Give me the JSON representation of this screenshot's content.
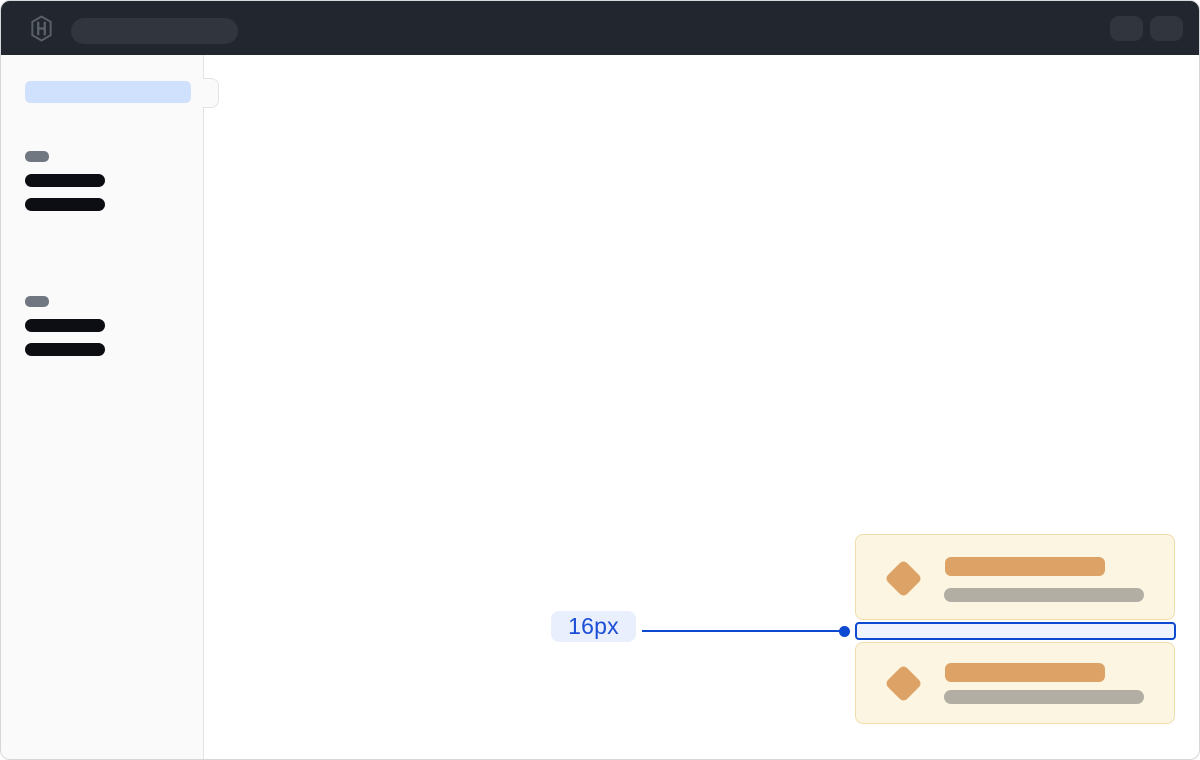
{
  "annotation": {
    "label": "16px"
  },
  "navbar": {
    "logo_icon": "hashicorp-logo-icon",
    "skeletons": {
      "search": 1,
      "actions": 2
    }
  },
  "sidebar": {
    "active_item_skeletons": 1,
    "groups": [
      {
        "label_skeleton": 1,
        "item_skeletons": 2
      },
      {
        "label_skeleton": 1,
        "item_skeletons": 2
      }
    ]
  },
  "cards": {
    "count": 2,
    "icon": "diamond-icon",
    "skeleton_rows_per_card": 2
  },
  "colors": {
    "header_bg": "#22262e",
    "header_skeleton": "#30353e",
    "sidebar_bg": "#fafafa",
    "sidebar_border": "#e1e3e6",
    "active_item_skeleton": "#cfe1fc",
    "nav_label_skeleton": "#717780",
    "nav_item_skeleton": "#0c0e13",
    "card_bg": "#fcf5e1",
    "card_border": "#f0ddae",
    "card_icon": "#dda366",
    "card_title_skeleton": "#dda366",
    "card_subtitle_skeleton": "#b2aea4",
    "annotation_blue": "#0d49d1",
    "annotation_text": "#1b4ed6",
    "annotation_badge_bg": "#e9effc",
    "gap_fill": "#eef3fe",
    "page_border": "#d5d7db"
  }
}
